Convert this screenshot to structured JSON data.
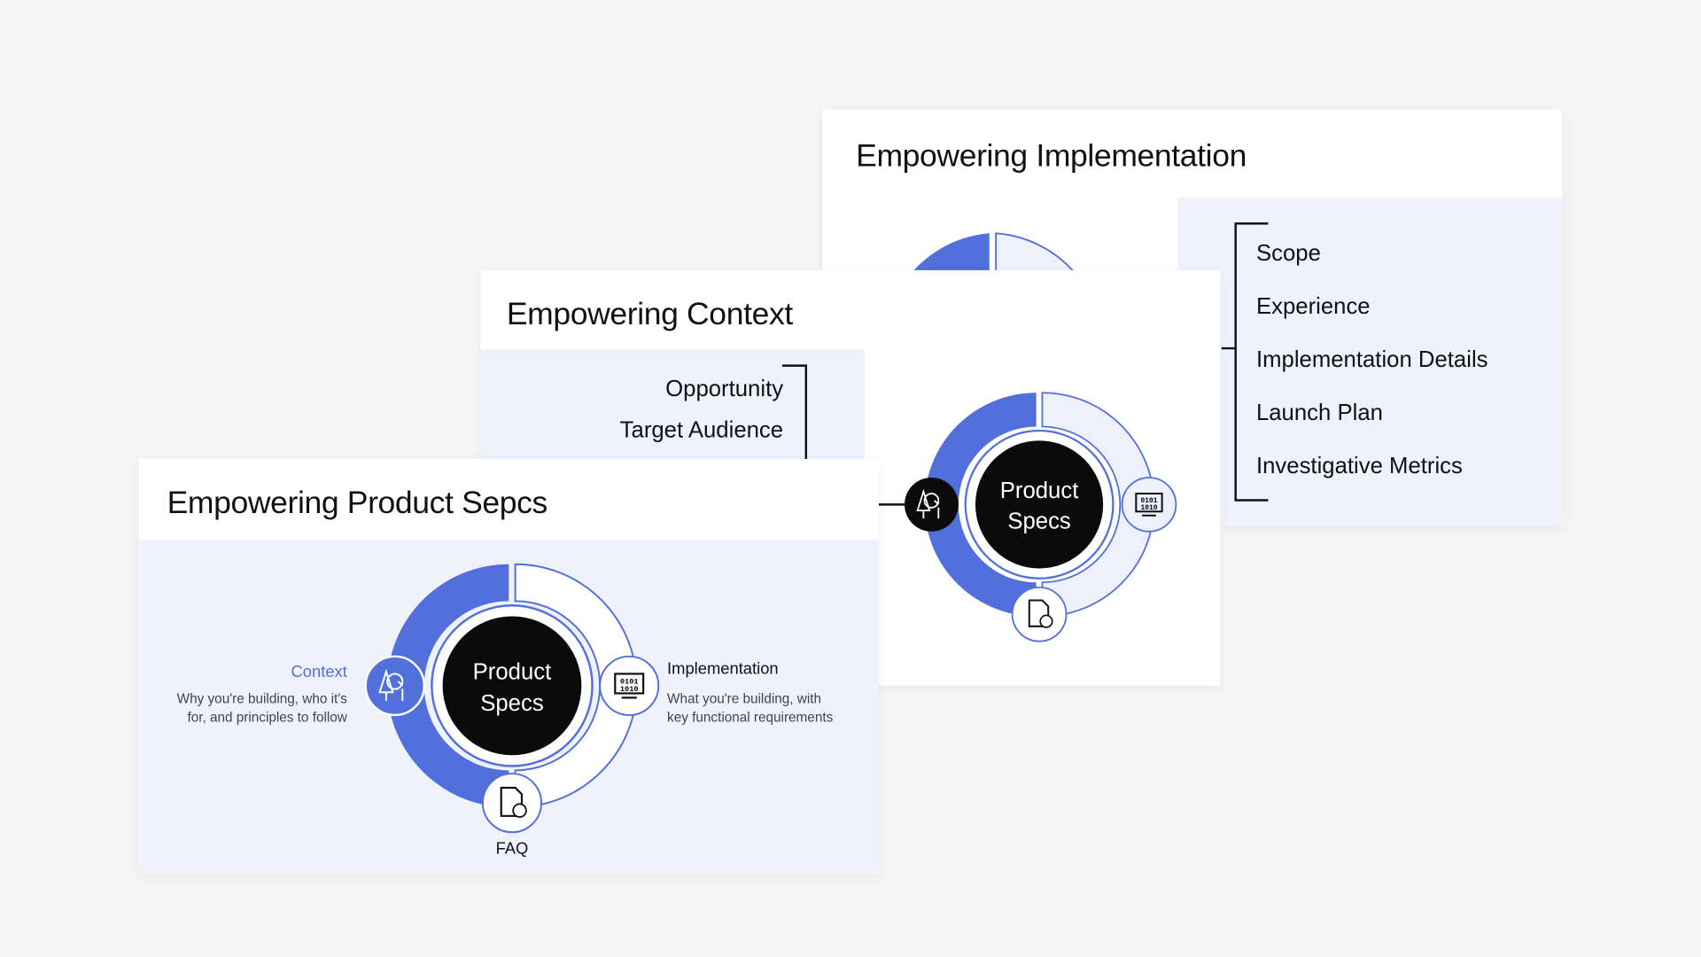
{
  "colors": {
    "accent": "#5170dc",
    "panel": "#eff1fd",
    "background": "#f5f5f5",
    "center": "#0b0b0b"
  },
  "cards": {
    "implementation": {
      "title": "Empowering Implementation",
      "items": [
        "Scope",
        "Experience",
        "Implementation Details",
        "Launch Plan",
        "Investigative Metrics"
      ]
    },
    "context": {
      "title": "Empowering Context",
      "items": [
        "Opportunity",
        "Target Audience"
      ],
      "center": [
        "Product",
        "Specs"
      ]
    },
    "product_specs": {
      "title": "Empowering Product Sepcs",
      "center": [
        "Product",
        "Specs"
      ],
      "context": {
        "label": "Context",
        "desc": [
          "Why you're building, who it's",
          "for, and principles to follow"
        ]
      },
      "implementation": {
        "label": "Implementation",
        "desc": [
          "What you're building, with",
          "key functional requirements"
        ]
      },
      "faq": {
        "label": "FAQ"
      }
    }
  },
  "icons": [
    "tree-icon",
    "binary-monitor-icon",
    "document-question-icon"
  ]
}
